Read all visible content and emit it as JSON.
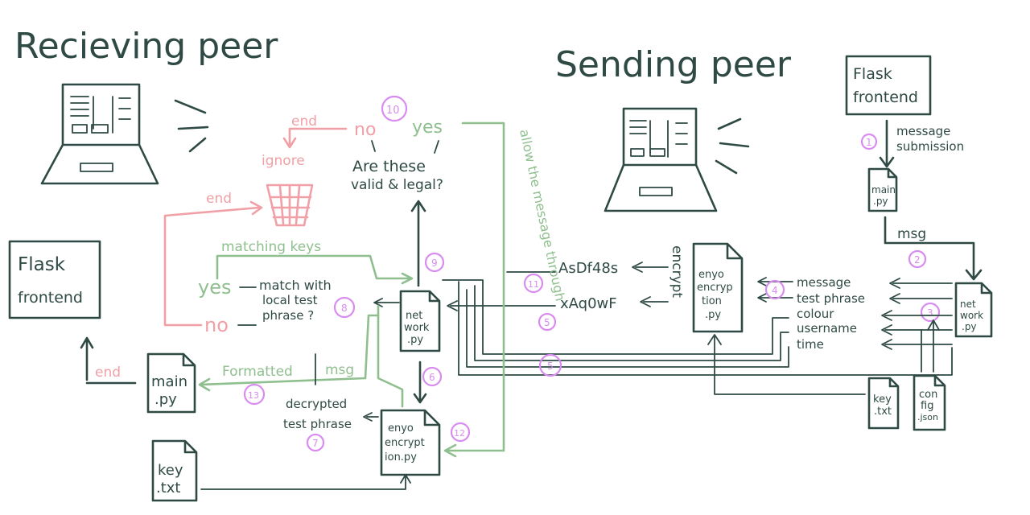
{
  "titles": {
    "receiving": "Recieving peer",
    "sending": "Sending peer"
  },
  "files": {
    "flask_receiver": [
      "Flask",
      "frontend"
    ],
    "flask_sender": [
      "Flask",
      "frontend"
    ],
    "main_receiver": [
      "main",
      ".py"
    ],
    "main_sender": [
      "main",
      ".py"
    ],
    "network_receiver": [
      "net",
      "work",
      ".py"
    ],
    "network_sender": [
      "net",
      "work",
      ".py"
    ],
    "enc_receiver": [
      "enyo",
      "encrypt",
      "ion.py"
    ],
    "enc_sender": [
      "enyo",
      "encryp",
      "tion",
      ".py"
    ],
    "key_receiver": [
      "key",
      ".txt"
    ],
    "key_sender": [
      "key",
      ".txt"
    ],
    "config_sender": [
      "con",
      "fig",
      ".json"
    ]
  },
  "labels": {
    "message_submission": [
      "message",
      "submission"
    ],
    "msg": "msg",
    "fields": [
      "message",
      "test phrase",
      "colour",
      "username",
      "time"
    ],
    "encrypt_vertical": "encrypt",
    "cipher1": "AsDf48s",
    "cipher2": "xAq0wF",
    "valid_question": [
      "Are these",
      "valid & legal?"
    ],
    "yes_top": "yes",
    "no_top": "no",
    "end_top": "end",
    "ignore": "ignore",
    "end_mid": "end",
    "matching_keys": "matching keys",
    "yes_left": "yes",
    "no_left": "no",
    "match_question": [
      "match with",
      "local test",
      "phrase ?"
    ],
    "allow_through": "allow the message through",
    "formatted_msg": [
      "Formatted",
      "msg"
    ],
    "decrypted": [
      "decrypted",
      "test phrase"
    ],
    "end_bottom": "end"
  },
  "steps": {
    "s1": "1",
    "s2": "2",
    "s3": "3",
    "s4": "4",
    "s5": "5",
    "s5b": "5",
    "s6": "6",
    "s7": "7",
    "s8": "8",
    "s9": "9",
    "s10": "10",
    "s11": "11",
    "s12": "12",
    "s13": "13"
  },
  "colors": {
    "ink": "#2f4a44",
    "green": "#8fbf8f",
    "pink": "#f0a0a6",
    "violet": "#d98cf0"
  }
}
